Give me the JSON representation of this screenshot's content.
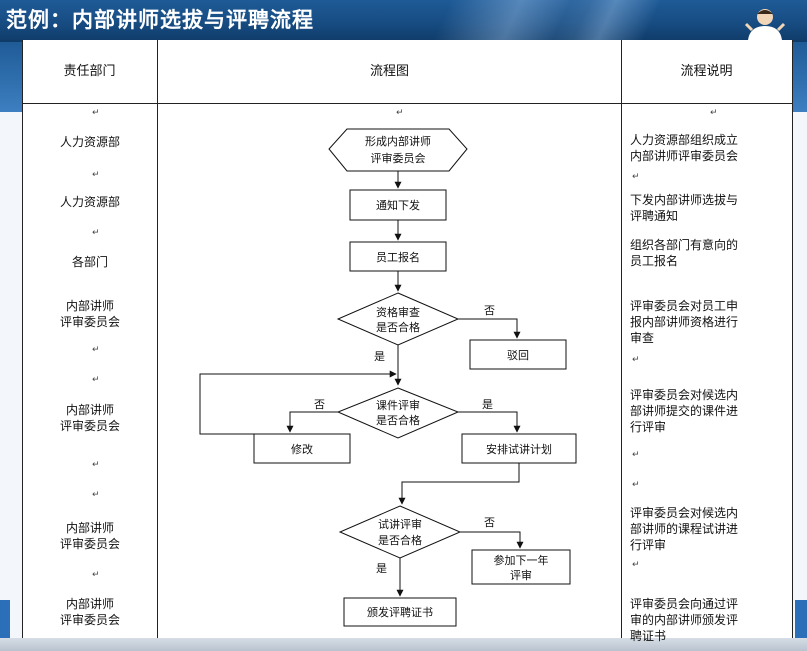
{
  "title": "范例：内部讲师选拔与评聘流程",
  "headers": {
    "dept": "责任部门",
    "flow": "流程图",
    "desc": "流程说明"
  },
  "paragraph_mark": "↵",
  "departments": [
    {
      "text": "人力资源部"
    },
    {
      "text": "人力资源部"
    },
    {
      "text": "各部门"
    },
    {
      "line1": "内部讲师",
      "line2": "评审委员会"
    },
    {
      "line1": "内部讲师",
      "line2": "评审委员会"
    },
    {
      "line1": "内部讲师",
      "line2": "评审委员会"
    },
    {
      "line1": "内部讲师",
      "line2": "评审委员会"
    }
  ],
  "descriptions": [
    {
      "line1": "人力资源部组织成立",
      "line2": "内部讲师评审委员会"
    },
    {
      "line1": "下发内部讲师选拔与",
      "line2": "评聘通知"
    },
    {
      "line1": "组织各部门有意向的",
      "line2": "员工报名"
    },
    {
      "line1": "评审委员会对员工申",
      "line2": "报内部讲师资格进行",
      "line3": "审查"
    },
    {
      "line1": "评审委员会对候选内",
      "line2": "部讲师提交的课件进",
      "line3": "行评审"
    },
    {
      "line1": "评审委员会对候选内",
      "line2": "部讲师的课程试讲进",
      "line3": "行评审"
    },
    {
      "line1": "评审委员会向通过评",
      "line2": "审的内部讲师颁发评",
      "line3": "聘证书"
    }
  ],
  "flow": {
    "start": {
      "line1": "形成内部讲师",
      "line2": "评审委员会"
    },
    "notify": "通知下发",
    "signup": "员工报名",
    "qualify": {
      "line1": "资格审查",
      "line2": "是否合格"
    },
    "reject": "驳回",
    "courseware": {
      "line1": "课件评审",
      "line2": "是否合格"
    },
    "revise": "修改",
    "schedule": "安排试讲计划",
    "trial": {
      "line1": "试讲评审",
      "line2": "是否合格"
    },
    "nextyear": {
      "line1": "参加下一年",
      "line2": "评审"
    },
    "certify": "颁发评聘证书",
    "yes": "是",
    "no": "否"
  }
}
